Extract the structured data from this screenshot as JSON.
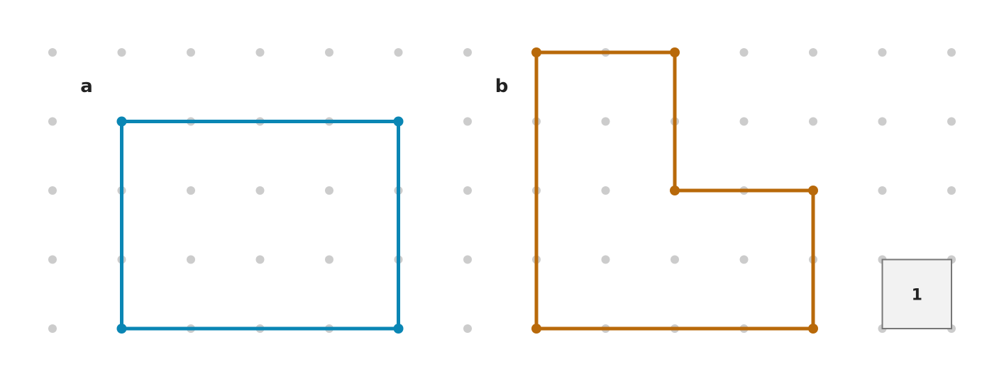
{
  "colors": {
    "grid_dot": "#cccccc",
    "shape_a": "#0a86b4",
    "shape_b": "#b8690a",
    "label": "#222222",
    "unit_fill": "#f2f2f2",
    "unit_stroke": "#777777"
  },
  "panels": [
    {
      "label": "a",
      "cols": 7,
      "rows": 5,
      "shape": [
        [
          1,
          1
        ],
        [
          5,
          1
        ],
        [
          5,
          4
        ],
        [
          1,
          4
        ]
      ]
    },
    {
      "label": "b",
      "cols": 7,
      "rows": 5,
      "shape": [
        [
          0,
          0
        ],
        [
          2,
          0
        ],
        [
          2,
          2
        ],
        [
          4,
          2
        ],
        [
          4,
          4
        ],
        [
          0,
          4
        ]
      ]
    }
  ],
  "unit_square": {
    "label": "1",
    "cell": [
      5,
      3
    ]
  }
}
